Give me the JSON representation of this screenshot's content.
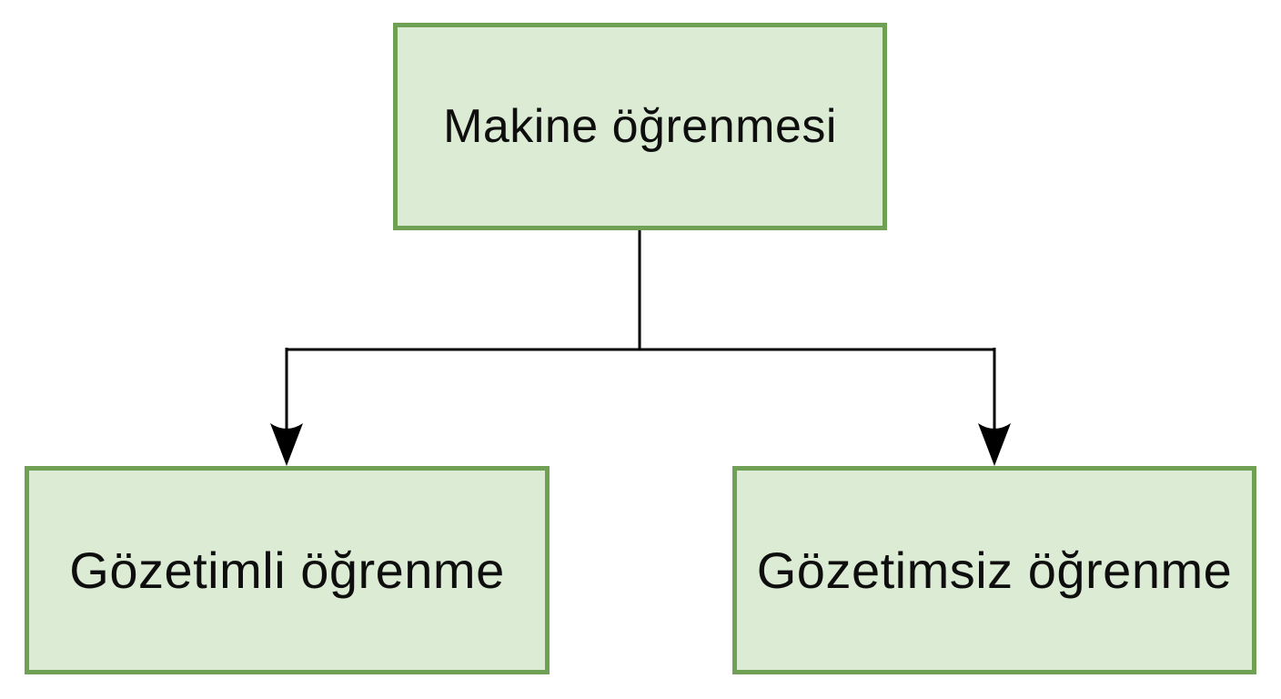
{
  "diagram": {
    "title": "Machine learning hierarchy (Turkish)",
    "colors": {
      "background": "#ffffff",
      "node_fill": "#dcebd3",
      "node_border": "#70a054",
      "connector": "#000000",
      "text": "#0e0e0e"
    },
    "nodes": {
      "root": {
        "label": "Makine öğrenmesi"
      },
      "left": {
        "label": "Gözetimli öğrenme"
      },
      "right": {
        "label": "Gözetimsiz öğrenme"
      }
    },
    "edges": [
      {
        "from": "root",
        "to": "left",
        "arrow": "arrowhead-down"
      },
      {
        "from": "root",
        "to": "right",
        "arrow": "arrowhead-down"
      }
    ]
  }
}
